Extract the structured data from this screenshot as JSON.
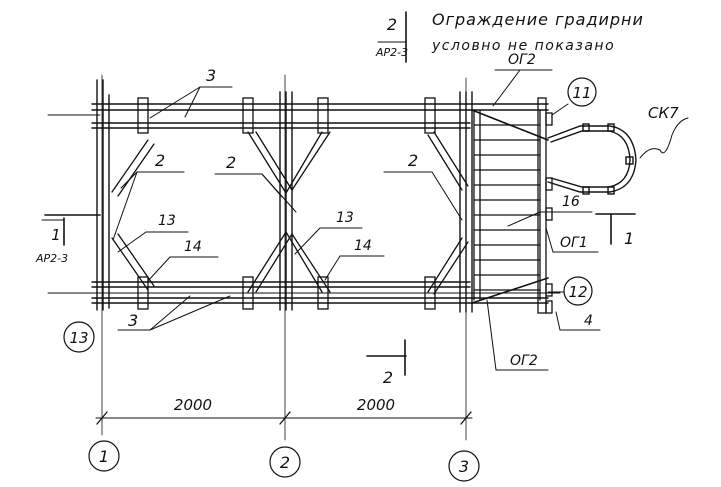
{
  "notes": {
    "line1": "Ограждение градирни",
    "line2": "условно не показано"
  },
  "sections": {
    "top": {
      "number": "2",
      "sheet": "АР2-3"
    },
    "left": {
      "number": "1",
      "sheet": "АР2-3"
    },
    "right": {
      "number": "1"
    },
    "bottom": {
      "number": "2"
    }
  },
  "callouts": {
    "item_3": "3",
    "item_2": "2",
    "item_13": "13",
    "item_14": "14",
    "item_16": "16",
    "item_4": "4",
    "og1": "ОГ1",
    "og2": "ОГ2",
    "ck7": "СК7"
  },
  "circled": {
    "c11": "11",
    "c12": "12",
    "c13": "13"
  },
  "axes": [
    "1",
    "2",
    "3"
  ],
  "dimensions": [
    "2000",
    "2000"
  ]
}
